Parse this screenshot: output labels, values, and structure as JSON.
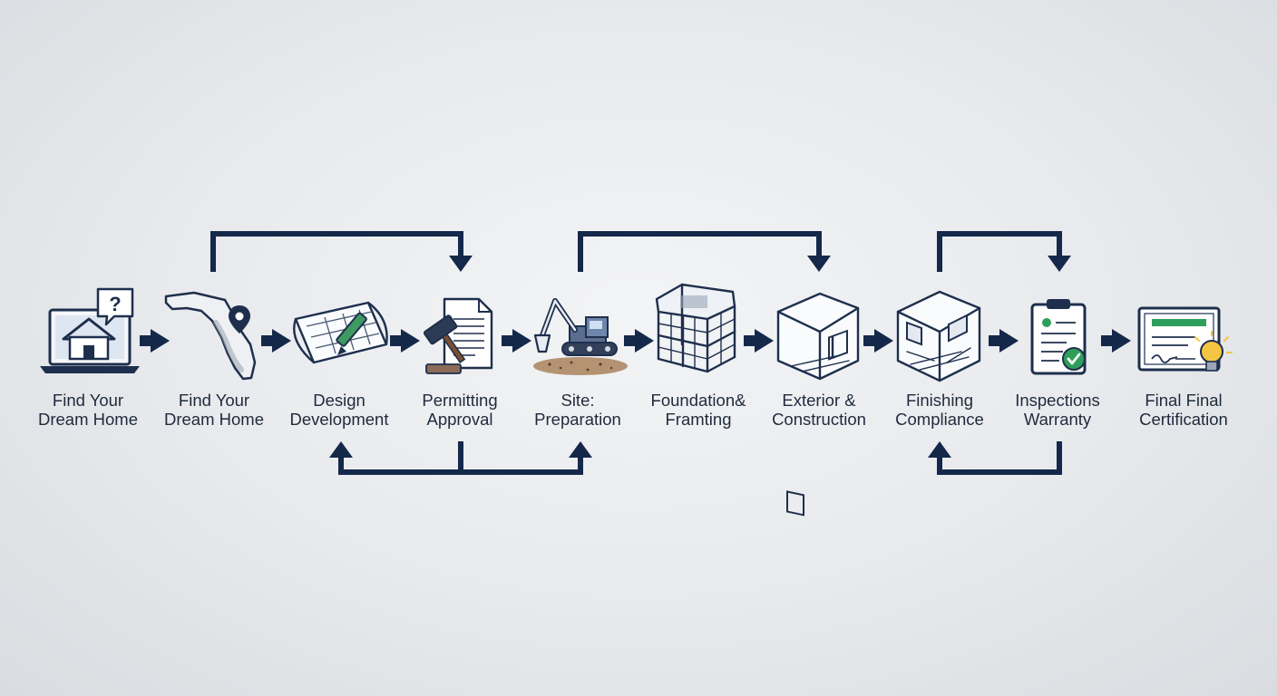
{
  "colors": {
    "arrow": "#14284a",
    "line": "#1e2f4d",
    "accent_green": "#2e9e5b",
    "accent_yellow": "#f4c542",
    "ground": "#a8825a"
  },
  "steps": [
    {
      "line1": "Find Your",
      "line2": "Dream Home",
      "icon": "laptop-house-question-icon"
    },
    {
      "line1": "Find Your",
      "line2": "Dream Home",
      "icon": "florida-map-pin-icon"
    },
    {
      "line1": "Design",
      "line2": "Development",
      "icon": "blueprint-pencil-icon"
    },
    {
      "line1": "Permitting",
      "line2": "Approval",
      "icon": "gavel-document-icon"
    },
    {
      "line1": "Site:",
      "line2": "Preparation",
      "icon": "excavator-icon"
    },
    {
      "line1": "Foundation&",
      "line2": "Framting",
      "icon": "building-frame-icon"
    },
    {
      "line1": "Exterior &",
      "line2": "Construction",
      "icon": "room-corner-icon"
    },
    {
      "line1": "Finishing",
      "line2": "Compliance",
      "icon": "finished-room-icon"
    },
    {
      "line1": "Inspections",
      "line2": "Warranty",
      "icon": "clipboard-check-icon"
    },
    {
      "line1": "Final Final",
      "line2": "Certification",
      "icon": "certificate-lightbulb-icon"
    }
  ]
}
